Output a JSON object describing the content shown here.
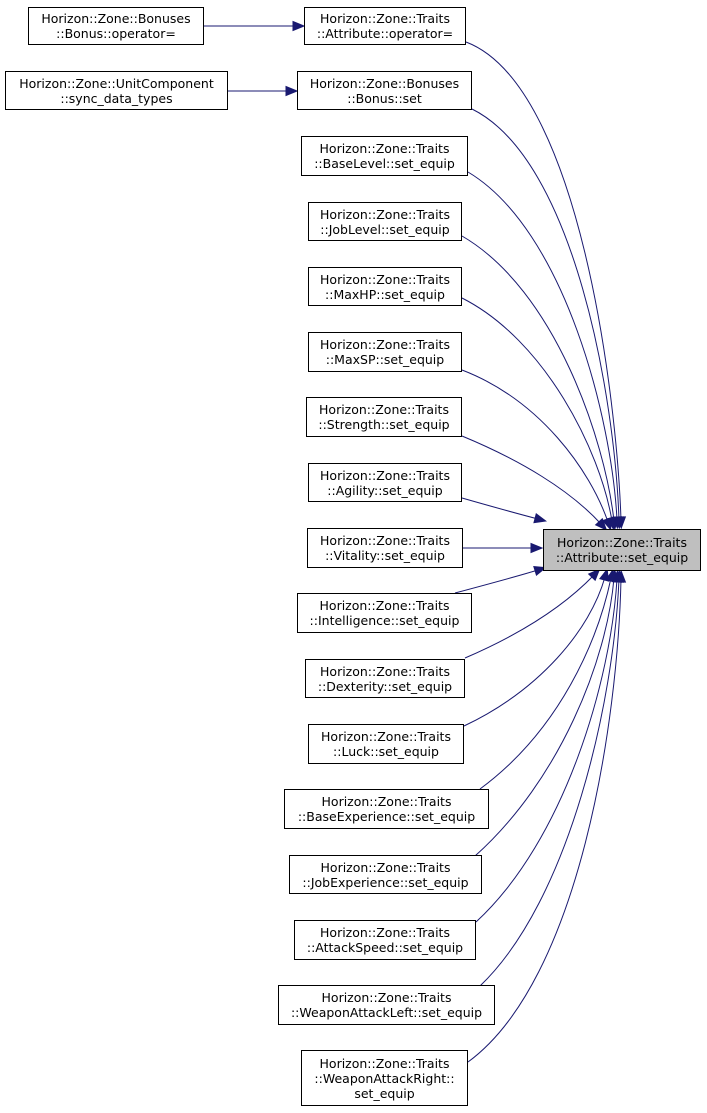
{
  "graph": {
    "edge_color": "#191970",
    "focus_fill": "#bfbfbf",
    "focus_node": {
      "id": "target",
      "lines": [
        "Horizon::Zone::Traits",
        "::Attribute::set_equip"
      ]
    },
    "nodes": [
      {
        "id": "bonus_op",
        "lines": [
          "Horizon::Zone::Bonuses",
          "::Bonus::operator="
        ]
      },
      {
        "id": "attr_op",
        "lines": [
          "Horizon::Zone::Traits",
          "::Attribute::operator="
        ]
      },
      {
        "id": "unit_sync",
        "lines": [
          "Horizon::Zone::UnitComponent",
          "::sync_data_types"
        ]
      },
      {
        "id": "bonus_set",
        "lines": [
          "Horizon::Zone::Bonuses",
          "::Bonus::set"
        ]
      },
      {
        "id": "baselevel",
        "lines": [
          "Horizon::Zone::Traits",
          "::BaseLevel::set_equip"
        ]
      },
      {
        "id": "joblevel",
        "lines": [
          "Horizon::Zone::Traits",
          "::JobLevel::set_equip"
        ]
      },
      {
        "id": "maxhp",
        "lines": [
          "Horizon::Zone::Traits",
          "::MaxHP::set_equip"
        ]
      },
      {
        "id": "maxsp",
        "lines": [
          "Horizon::Zone::Traits",
          "::MaxSP::set_equip"
        ]
      },
      {
        "id": "strength",
        "lines": [
          "Horizon::Zone::Traits",
          "::Strength::set_equip"
        ]
      },
      {
        "id": "agility",
        "lines": [
          "Horizon::Zone::Traits",
          "::Agility::set_equip"
        ]
      },
      {
        "id": "vitality",
        "lines": [
          "Horizon::Zone::Traits",
          "::Vitality::set_equip"
        ]
      },
      {
        "id": "intelligence",
        "lines": [
          "Horizon::Zone::Traits",
          "::Intelligence::set_equip"
        ]
      },
      {
        "id": "dexterity",
        "lines": [
          "Horizon::Zone::Traits",
          "::Dexterity::set_equip"
        ]
      },
      {
        "id": "luck",
        "lines": [
          "Horizon::Zone::Traits",
          "::Luck::set_equip"
        ]
      },
      {
        "id": "baseexp",
        "lines": [
          "Horizon::Zone::Traits",
          "::BaseExperience::set_equip"
        ]
      },
      {
        "id": "jobexp",
        "lines": [
          "Horizon::Zone::Traits",
          "::JobExperience::set_equip"
        ]
      },
      {
        "id": "attackspeed",
        "lines": [
          "Horizon::Zone::Traits",
          "::AttackSpeed::set_equip"
        ]
      },
      {
        "id": "weaponleft",
        "lines": [
          "Horizon::Zone::Traits",
          "::WeaponAttackLeft::set_equip"
        ]
      },
      {
        "id": "weaponright",
        "lines": [
          "Horizon::Zone::Traits",
          "::WeaponAttackRight::",
          "set_equip"
        ]
      }
    ],
    "edges": [
      {
        "from": "bonus_op",
        "to": "attr_op"
      },
      {
        "from": "unit_sync",
        "to": "bonus_set"
      },
      {
        "from": "attr_op",
        "to": "target"
      },
      {
        "from": "bonus_set",
        "to": "target"
      },
      {
        "from": "baselevel",
        "to": "target"
      },
      {
        "from": "joblevel",
        "to": "target"
      },
      {
        "from": "maxhp",
        "to": "target"
      },
      {
        "from": "maxsp",
        "to": "target"
      },
      {
        "from": "strength",
        "to": "target"
      },
      {
        "from": "agility",
        "to": "target"
      },
      {
        "from": "vitality",
        "to": "target"
      },
      {
        "from": "intelligence",
        "to": "target"
      },
      {
        "from": "dexterity",
        "to": "target"
      },
      {
        "from": "luck",
        "to": "target"
      },
      {
        "from": "baseexp",
        "to": "target"
      },
      {
        "from": "jobexp",
        "to": "target"
      },
      {
        "from": "attackspeed",
        "to": "target"
      },
      {
        "from": "weaponleft",
        "to": "target"
      },
      {
        "from": "weaponright",
        "to": "target"
      }
    ]
  }
}
